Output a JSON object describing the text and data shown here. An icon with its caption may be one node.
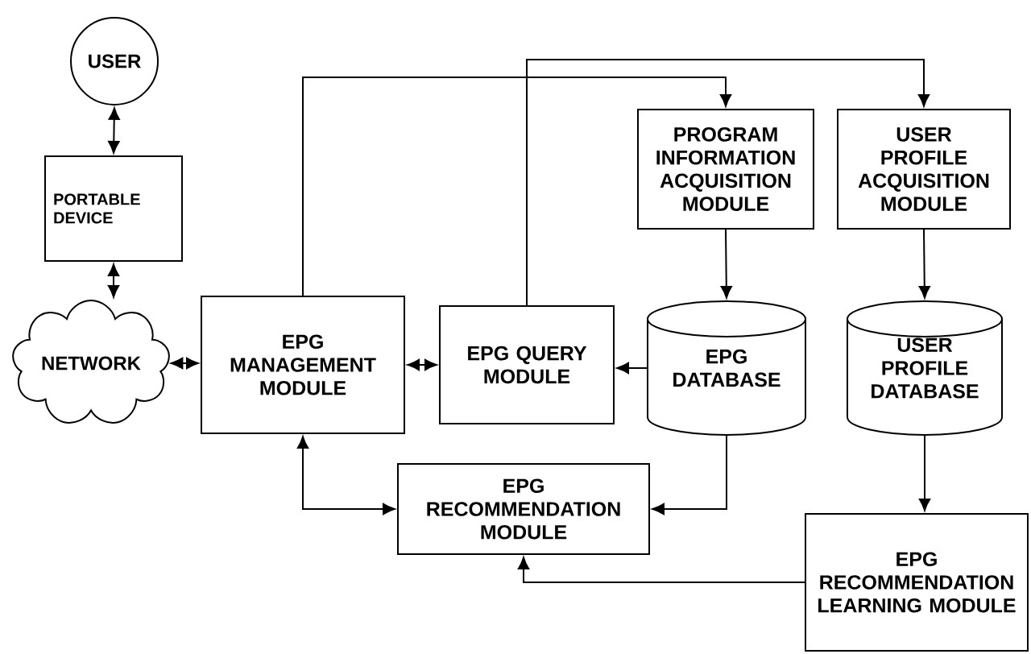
{
  "diagram": {
    "nodes": [
      {
        "text": [
          "USER"
        ]
      },
      {
        "text": [
          "PORTABLE DEVICE"
        ]
      },
      {
        "text": [
          "NETWORK"
        ]
      },
      {
        "text": [
          "EPG MANAGEMENT MODULE"
        ]
      },
      {
        "text": [
          "EPG QUERY MODULE"
        ]
      },
      {
        "text": [
          "PROGRAM INFORMATION ACQUISITION MODULE"
        ]
      },
      {
        "text": [
          "USER PROFILE ACQUISITION MODULE"
        ]
      },
      {
        "text": [
          "EPG DATABASE"
        ]
      },
      {
        "text": [
          "USER PROFILE DATABASE"
        ]
      },
      {
        "text": [
          "EPG RECOMMENDATION MODULE"
        ]
      },
      {
        "text": [
          "EPG RECOMMENDATION LEARNING MODULE"
        ]
      }
    ],
    "edges": [
      {
        "from": 0,
        "to": 1,
        "arrow": "both"
      },
      {
        "from": 1,
        "to": 2,
        "arrow": "both"
      },
      {
        "from": 2,
        "to": 3,
        "arrow": "both"
      },
      {
        "from": 3,
        "to": 4,
        "arrow": "both"
      },
      {
        "from": 3,
        "to": 5,
        "arrow": "to"
      },
      {
        "from": 4,
        "to": 6,
        "arrow": "to"
      },
      {
        "from": 5,
        "to": 7,
        "arrow": "to"
      },
      {
        "from": 6,
        "to": 8,
        "arrow": "to"
      },
      {
        "from": 7,
        "to": 4,
        "arrow": "to"
      },
      {
        "from": 7,
        "to": 9,
        "arrow": "to"
      },
      {
        "from": 3,
        "to": 9,
        "arrow": "both"
      },
      {
        "from": 8,
        "to": 10,
        "arrow": "to"
      },
      {
        "from": 10,
        "to": 9,
        "arrow": "to"
      }
    ]
  }
}
